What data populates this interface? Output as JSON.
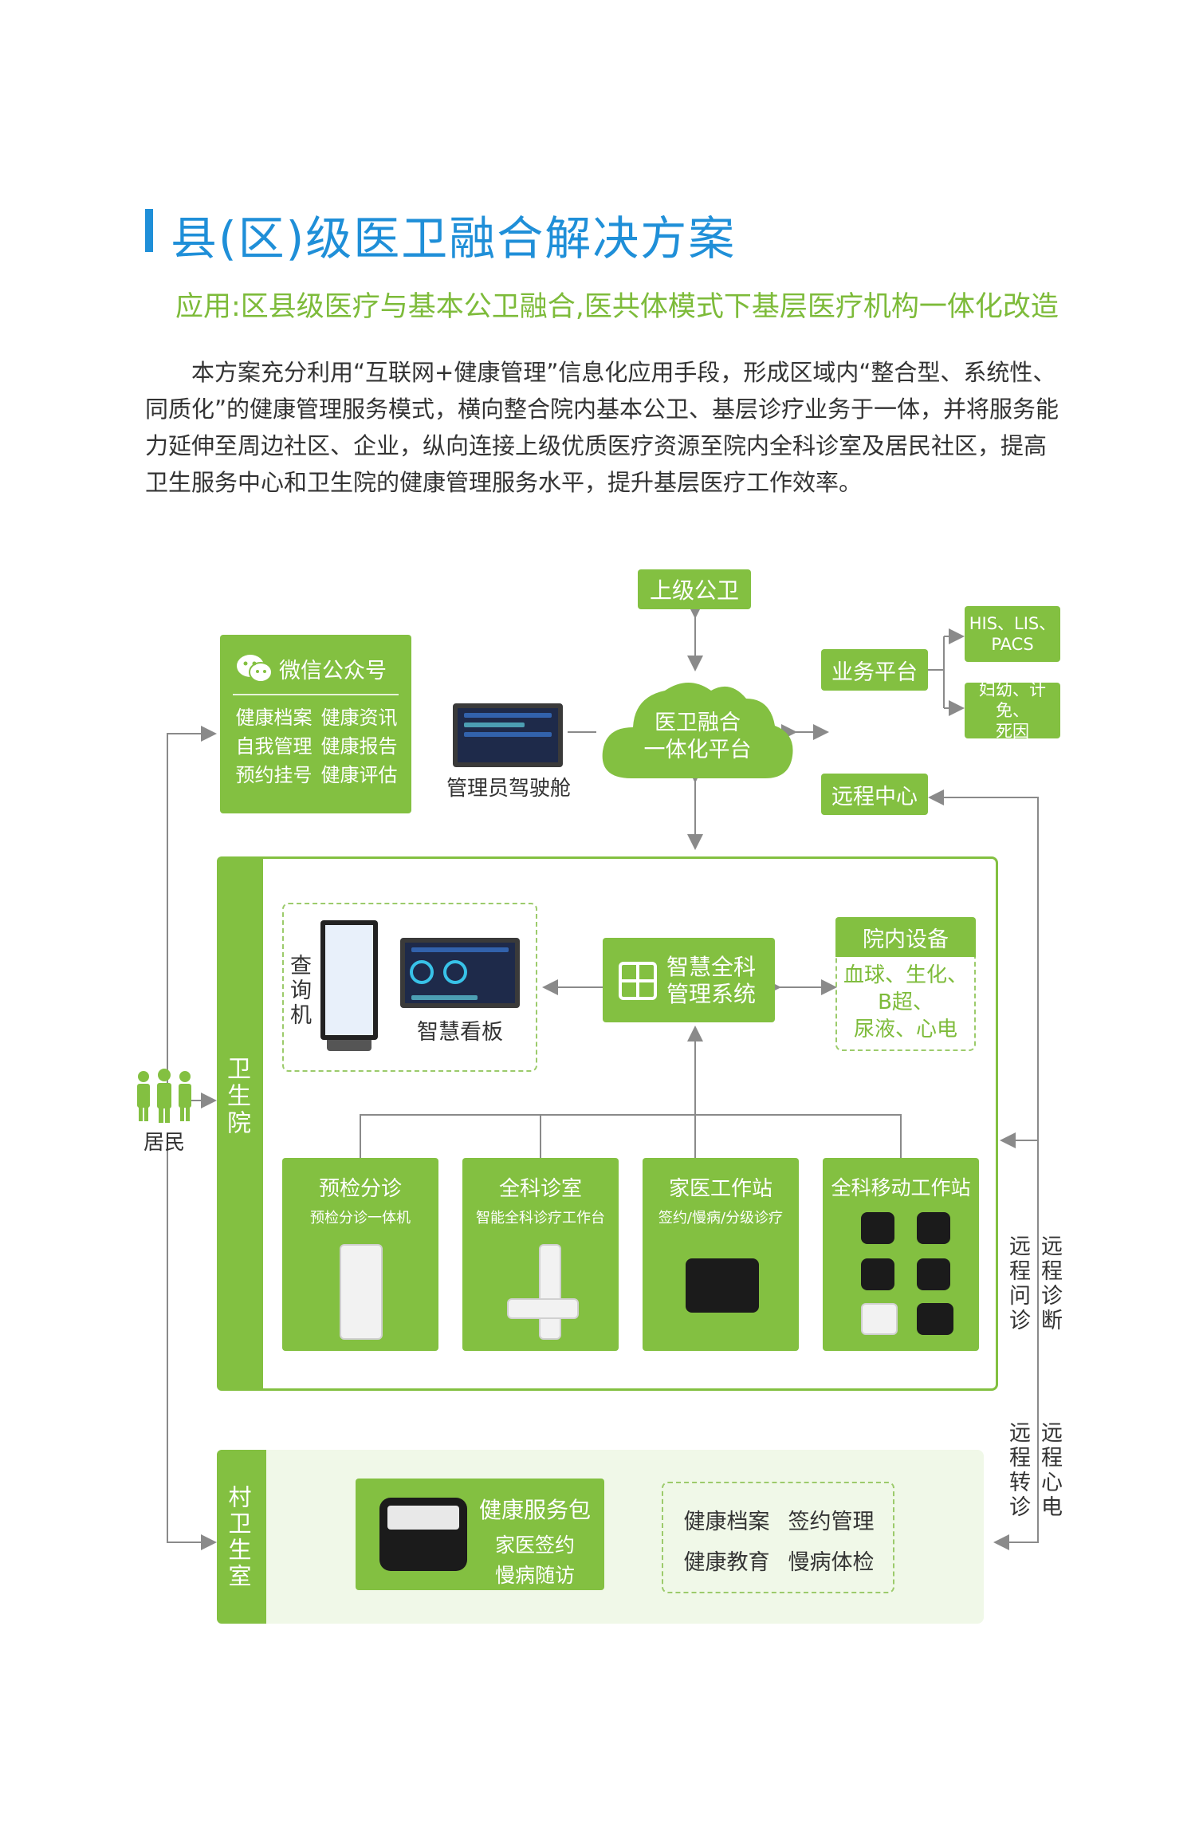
{
  "header": {
    "title": "县(区)级医卫融合解决方案",
    "subtitle": "应用:区县级医疗与基本公卫融合,医共体模式下基层医疗机构一体化改造",
    "intro": "本方案充分利用“互联网+健康管理”信息化应用手段，形成区域内“整合型、系统性、同质化”的健康管理服务模式，横向整合院内基本公卫、基层诊疗业务于一体，并将服务能力延伸至周边社区、企业，纵向连接上级优质医疗资源至院内全科诊室及居民社区，提高卫生服务中心和卫生院的健康管理服务水平，提升基层医疗工作效率。"
  },
  "diagram": {
    "upper_public_health": "上级公卫",
    "platform": [
      "医卫融合",
      "一体化平台"
    ],
    "business_platform": "业务平台",
    "biz_items": [
      [
        "HIS、LIS、",
        "PACS"
      ],
      [
        "妇幼、计免、",
        "死因"
      ]
    ],
    "remote_center": "远程中心",
    "wechat": {
      "title": "微信公众号",
      "items": [
        "健康档案",
        "健康资讯",
        "自我管理",
        "健康报告",
        "预约挂号",
        "健康评估"
      ]
    },
    "cockpit_label": "管理员驾驶舱",
    "residents_label": "居民",
    "hospital_label": "卫生院",
    "kiosk_label": "查询机",
    "board_label": "智慧看板",
    "smart_system": [
      "智慧全科",
      "管理系统"
    ],
    "in_hospital": {
      "title": "院内设备",
      "lines": [
        "血球、生化、",
        "B超、",
        "尿液、心电"
      ]
    },
    "stations": [
      {
        "title": "预检分诊",
        "sub": "预检分诊一体机"
      },
      {
        "title": "全科诊室",
        "sub": "智能全科诊疗工作台"
      },
      {
        "title": "家医工作站",
        "sub": "签约/慢病/分级诊疗"
      },
      {
        "title": "全科移动工作站",
        "sub": ""
      }
    ],
    "remote_labels": [
      "远程问诊",
      "远程诊断",
      "远程转诊",
      "远程心电"
    ],
    "village_label": "村卫生室",
    "health_pack": {
      "title": "健康服务包",
      "lines": [
        "家医签约",
        "慢病随访"
      ]
    },
    "village_services": [
      "健康档案",
      "签约管理",
      "健康教育",
      "慢病体检"
    ]
  },
  "colors": {
    "title_blue": "#1f8fd8",
    "accent_green": "#83c041",
    "light_green_bg": "#f0f8e8",
    "connector_gray": "#8a8a8a"
  }
}
